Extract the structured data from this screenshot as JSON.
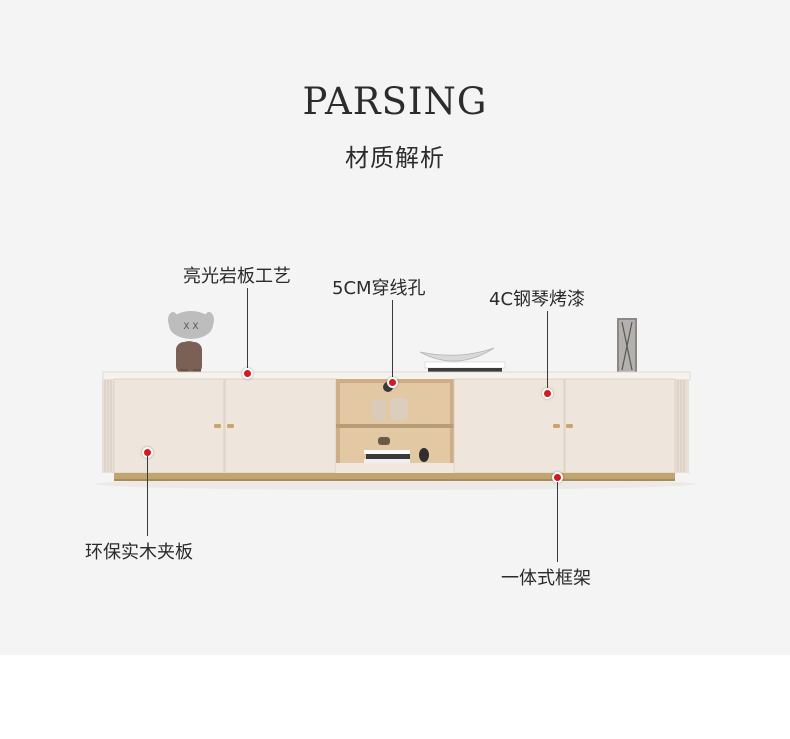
{
  "header": {
    "title_en": "PARSING",
    "title_cn": "材质解析"
  },
  "callouts": {
    "top_surface": "亮光岩板工艺",
    "cable_hole": "5CM穿线孔",
    "piano_paint": "4C钢琴烤漆",
    "plywood": "环保实木夹板",
    "frame": "一体式框架"
  },
  "colors": {
    "background": "#f4f4f4",
    "marker": "#e0141b",
    "cabinet": "#eee5dc",
    "gold_base": "#c2a56e"
  }
}
